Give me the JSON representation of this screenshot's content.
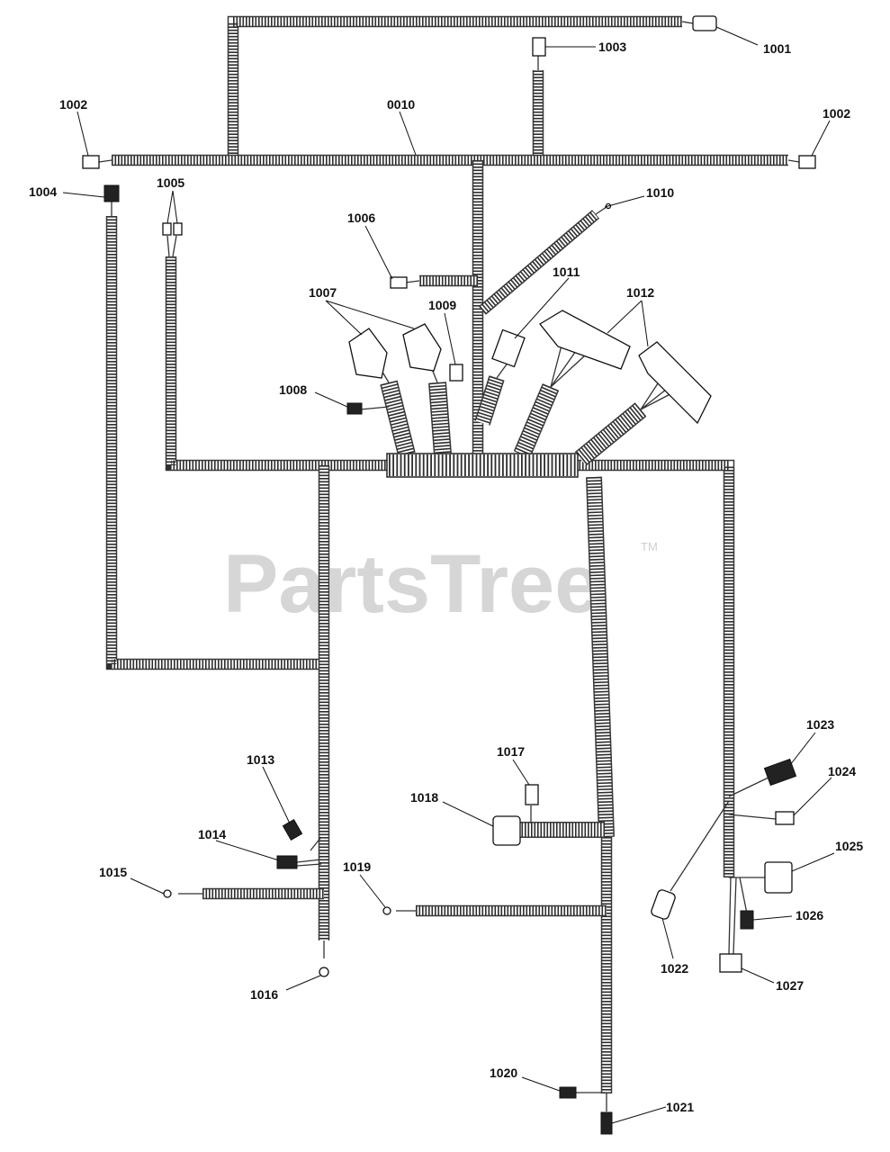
{
  "watermark": {
    "text": "PartsTree",
    "tm": "TM"
  },
  "callouts": [
    "1001",
    "1002",
    "1002",
    "1003",
    "0010",
    "1004",
    "1005",
    "1006",
    "1007",
    "1008",
    "1009",
    "1010",
    "1011",
    "1012",
    "1013",
    "1014",
    "1015",
    "1016",
    "1017",
    "1018",
    "1019",
    "1020",
    "1021",
    "1022",
    "1023",
    "1024",
    "1025",
    "1026",
    "1027"
  ]
}
